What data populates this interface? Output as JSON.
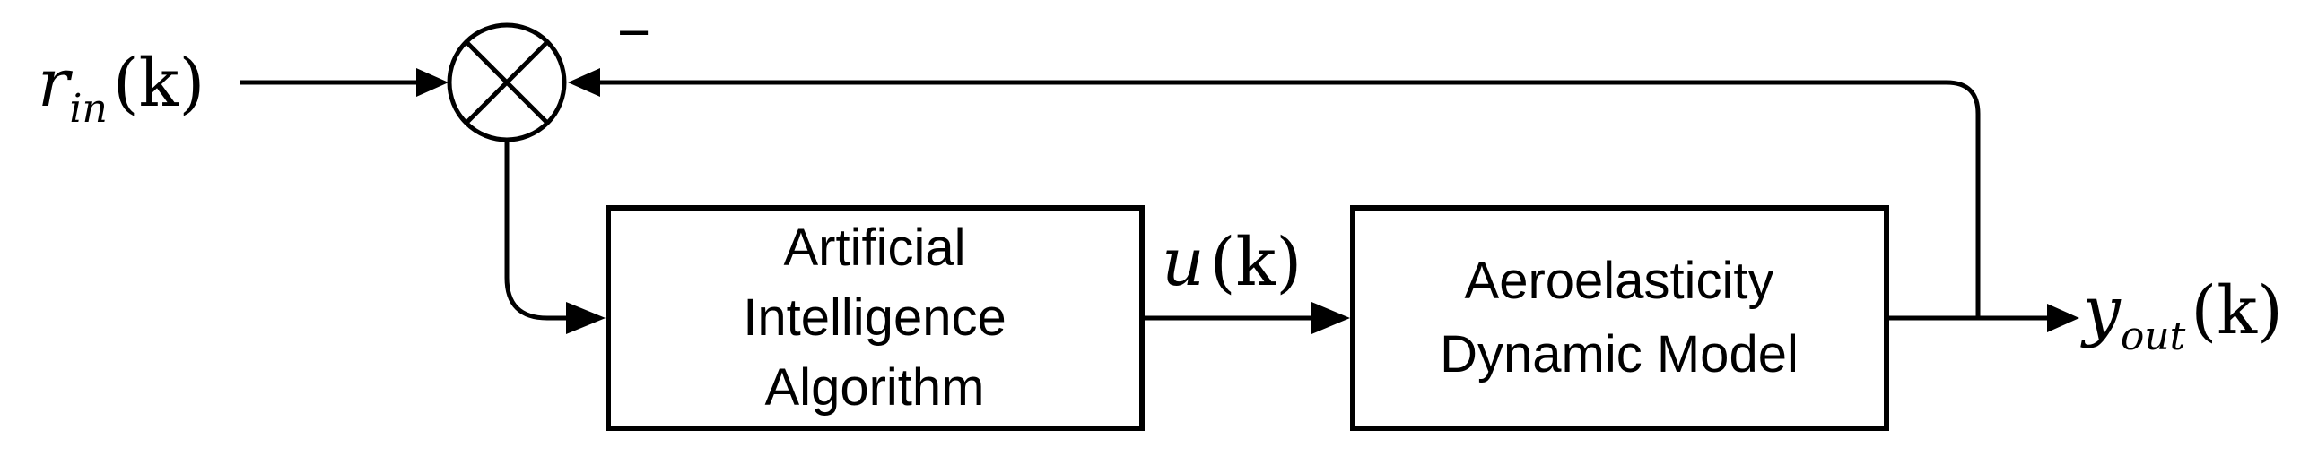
{
  "diagram": {
    "input_signal": {
      "symbol": "r",
      "subscript": "in",
      "argument": "(k)"
    },
    "feedback_sign": "−",
    "controller_block": {
      "lines": [
        "Artificial",
        "Intelligence",
        "Algorithm"
      ]
    },
    "control_signal": {
      "symbol": "u",
      "argument": "(k)"
    },
    "plant_block": {
      "lines": [
        "Aeroelasticity",
        "Dynamic Model"
      ]
    },
    "output_signal": {
      "symbol": "y",
      "subscript": "out",
      "argument": "(k)"
    }
  }
}
